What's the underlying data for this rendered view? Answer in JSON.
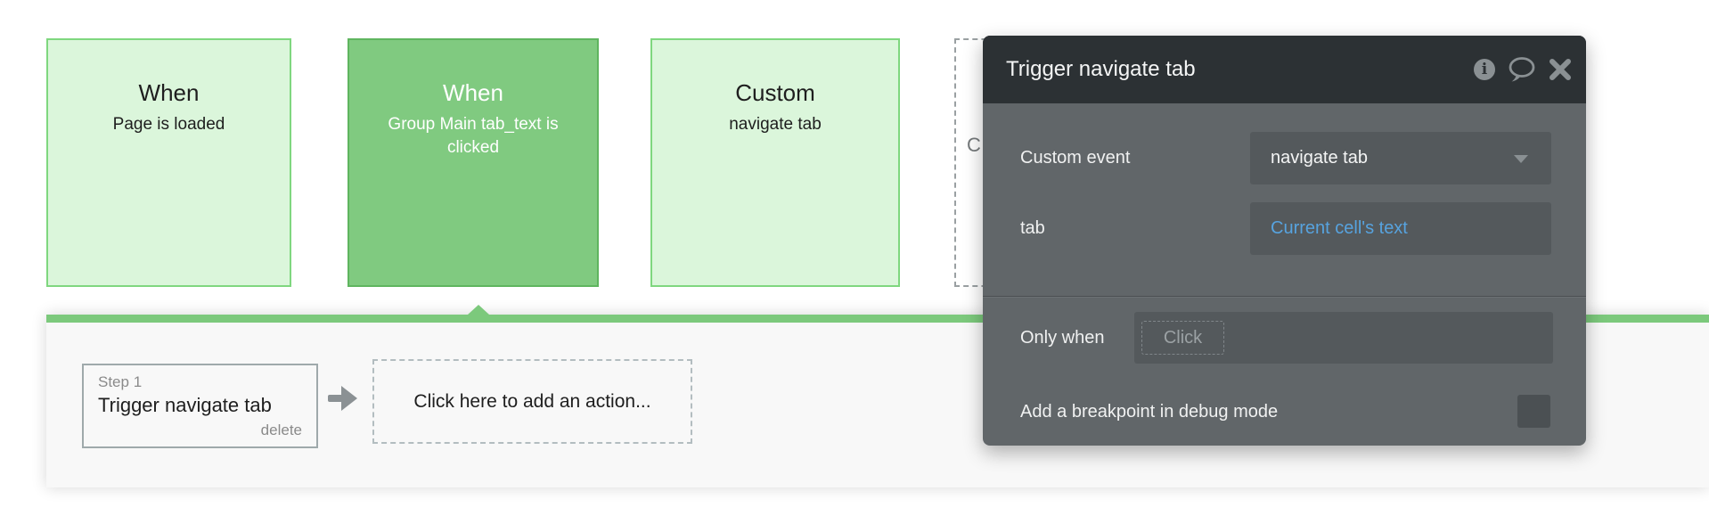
{
  "events": [
    {
      "title": "When",
      "subtitle": "Page is loaded",
      "state": "normal"
    },
    {
      "title": "When",
      "subtitle": "Group Main tab_text is clicked",
      "state": "selected"
    },
    {
      "title": "Custom",
      "subtitle": "navigate tab",
      "state": "normal"
    },
    {
      "fragment": "C",
      "state": "ghost"
    }
  ],
  "popup": {
    "title": "Trigger navigate tab",
    "header_icons": [
      "info-icon",
      "comment-icon",
      "close-icon"
    ],
    "info_glyph": "i",
    "rows": {
      "custom_event": {
        "label": "Custom event",
        "value": "navigate tab"
      },
      "tab": {
        "label": "tab",
        "value": "Current cell's text"
      },
      "only_when": {
        "label": "Only when",
        "placeholder": "Click"
      },
      "breakpoint": {
        "label": "Add a breakpoint in debug mode",
        "checked": false
      }
    }
  },
  "action_panel": {
    "step_label": "Step 1",
    "step_title": "Trigger navigate tab",
    "delete_label": "delete",
    "add_action_label": "Click here to add an action..."
  },
  "colors": {
    "card_green_light": "#DBF6DB",
    "card_green_border": "#7FD77F",
    "card_green_selected": "#80CA80",
    "card_green_selected_border": "#5FB55F",
    "timeline_green": "#7CC97C",
    "popup_header": "#2C3134",
    "popup_body": "#616669",
    "popup_field": "#54595C",
    "checkbox_fill": "#4B5053",
    "expression_blue": "#57A3DF",
    "icon_gray": "#8A9093",
    "panel_bg": "#F8F8F8"
  }
}
